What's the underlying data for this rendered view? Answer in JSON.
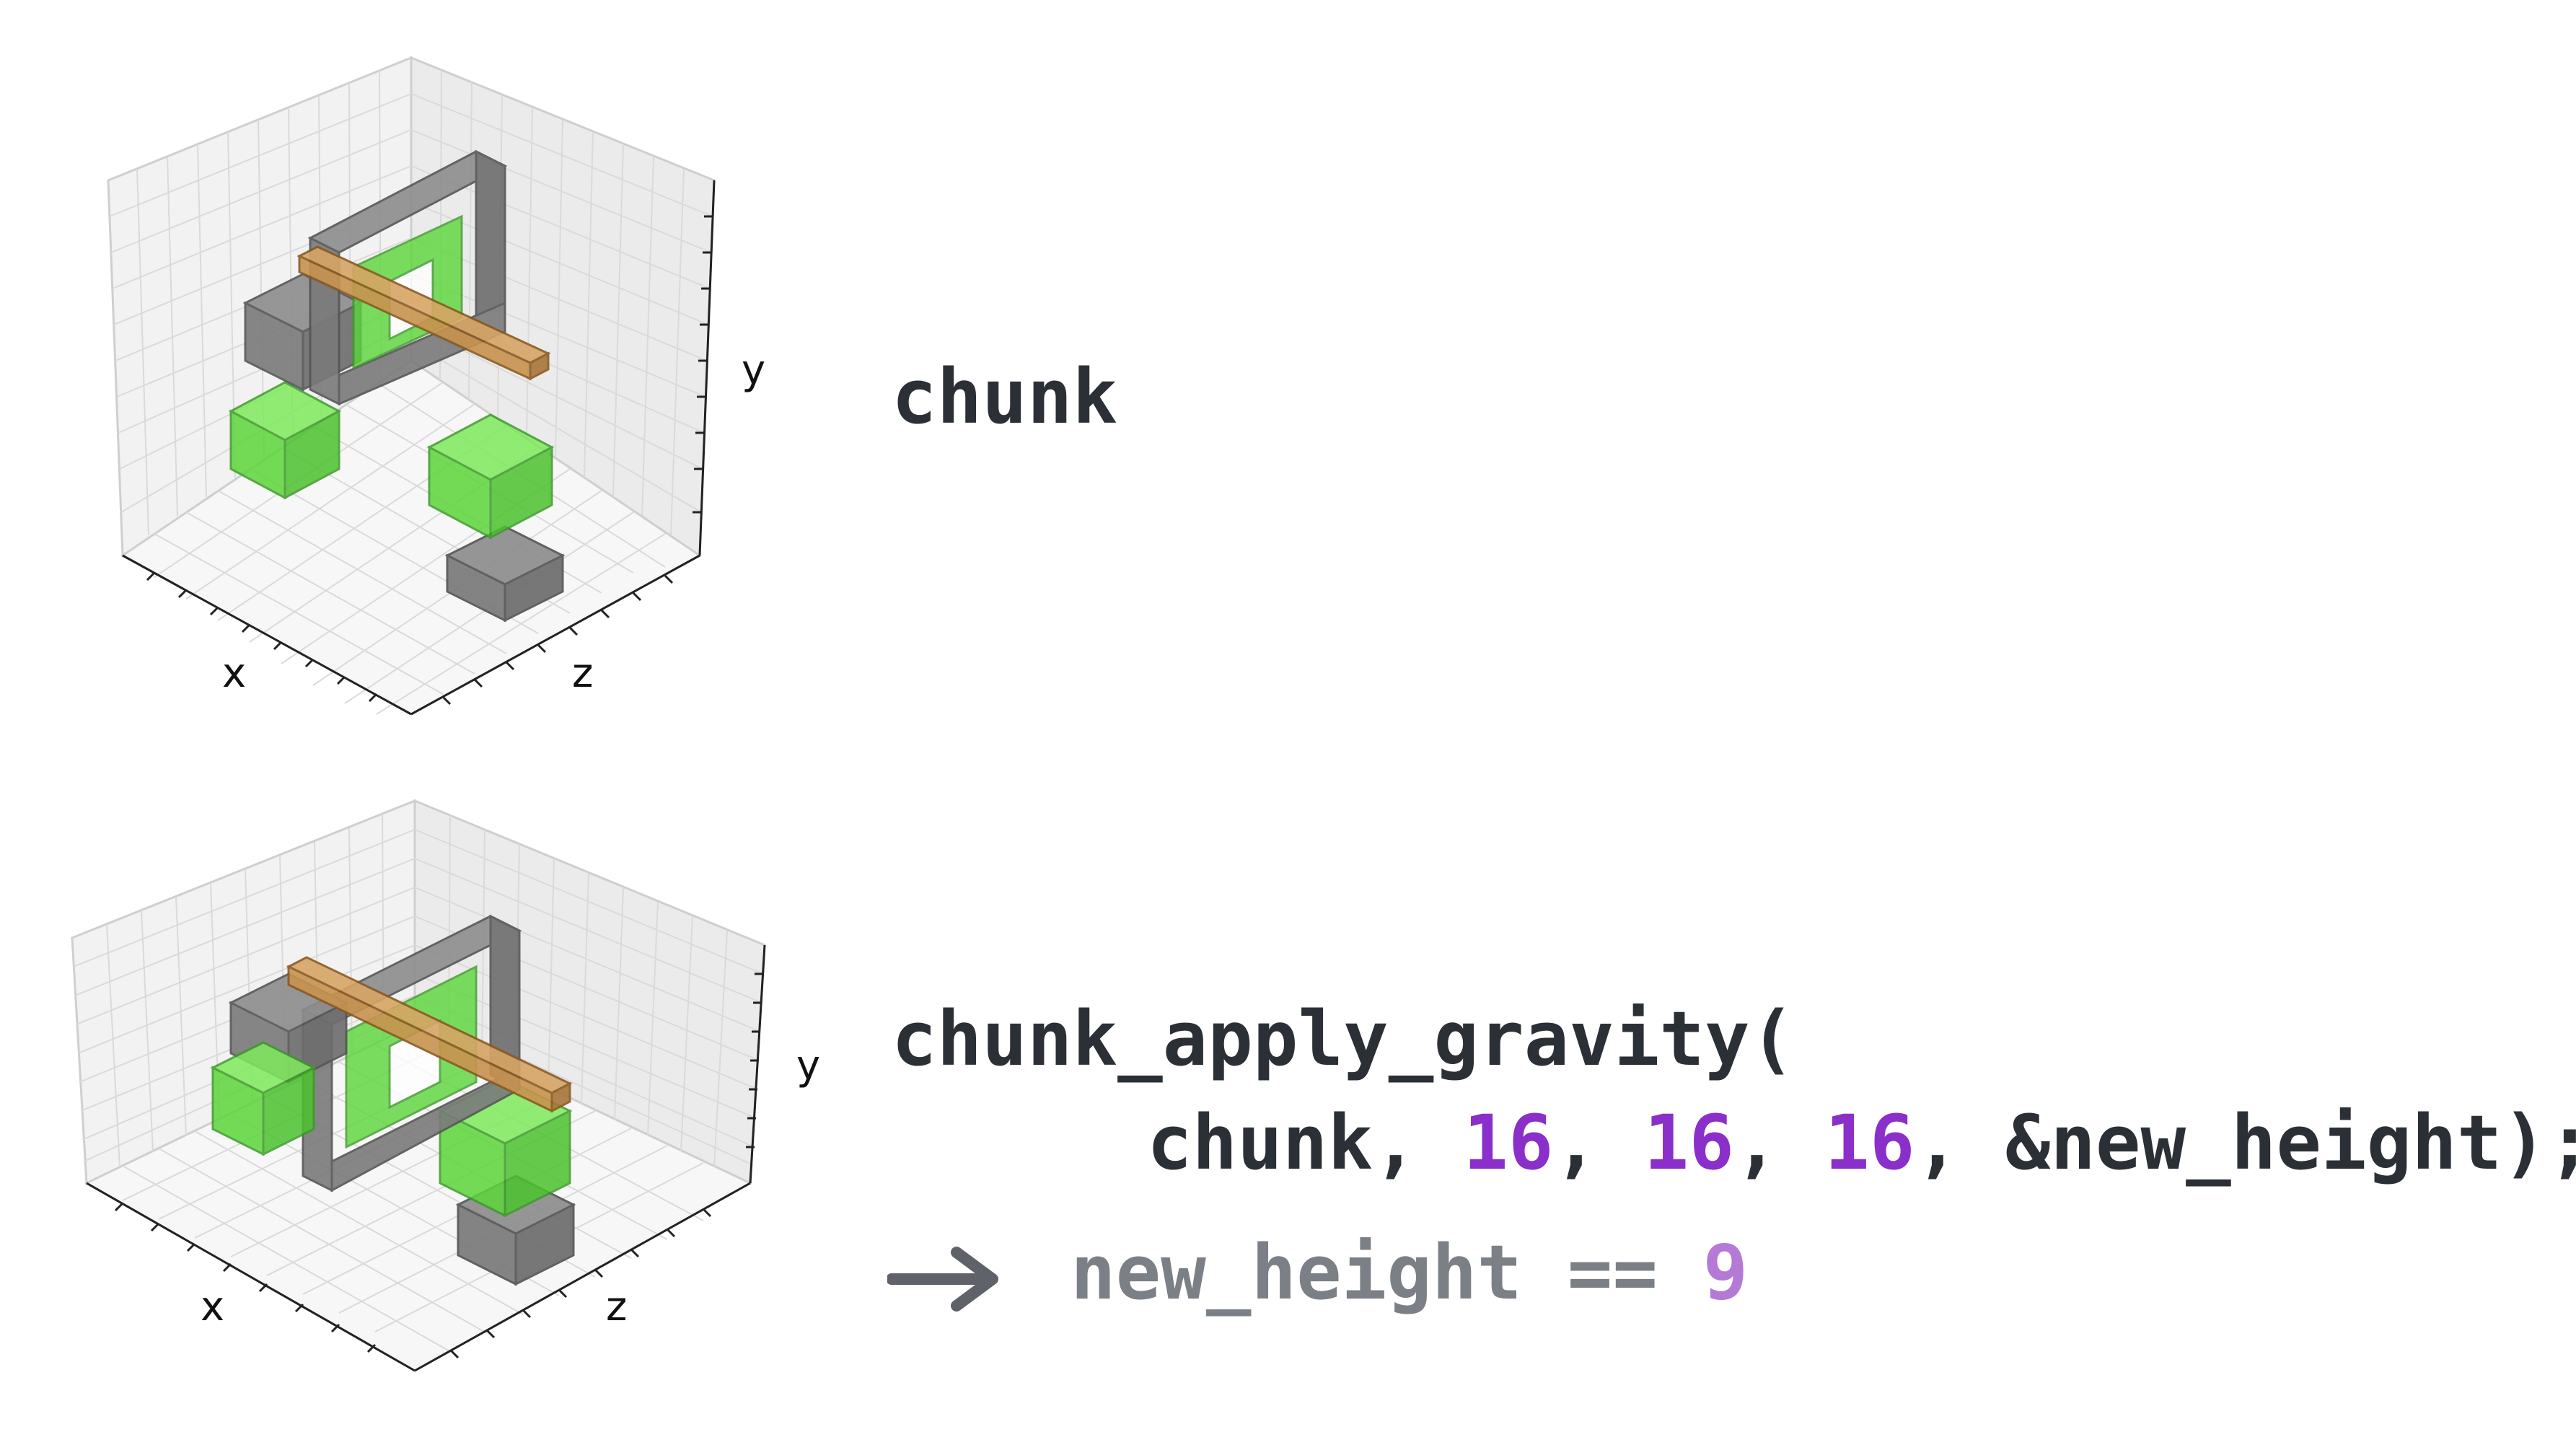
{
  "panels": [
    {
      "code_label": "chunk",
      "axis_labels": {
        "x": "x",
        "y": "y",
        "z": "z"
      }
    },
    {
      "code_call": "chunk_apply_gravity(",
      "code_args_prefix": "chunk, ",
      "arg1": "16",
      "arg2": "16",
      "arg3": "16",
      "sep": ", ",
      "code_args_suffix": "&new_height);",
      "result_name": "new_height == ",
      "result_value": "9",
      "axis_labels": {
        "x": "x",
        "y": "y",
        "z": "z"
      }
    }
  ],
  "colors": {
    "green_block": "#5cd63a",
    "gray_block": "#7b7b7b",
    "wood_block": "#c8934f",
    "code_text": "#2b2f36",
    "number": "#8a2fc9",
    "muted_text": "#7b7f86",
    "arrow": "#5f6268"
  },
  "icons": {
    "result_arrow": "right-arrow-icon"
  }
}
